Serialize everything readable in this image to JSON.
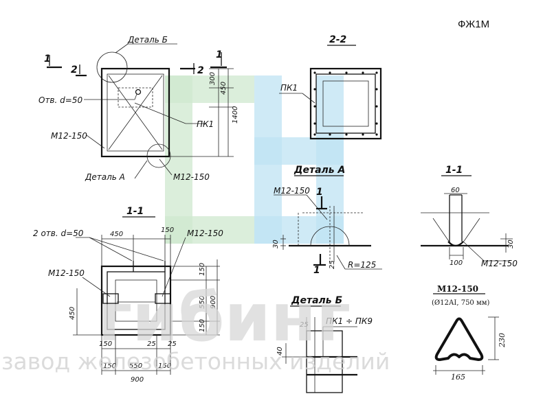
{
  "doc": {
    "code": "ФЖ1М"
  },
  "watermark": {
    "brand": "гибинг",
    "tagline": "завод железобетонных изделий"
  },
  "plan": {
    "detail_b": "Деталь Б",
    "detail_a": "Деталь А",
    "hole": "Отв. d=50",
    "loop": "М12-150",
    "pk": "ПК1",
    "cut1": "1",
    "cut2": "2",
    "dim_300": "300",
    "dim_450": "450",
    "dim_1400": "1400"
  },
  "section22": {
    "title": "2-2",
    "pk": "ПК1"
  },
  "detailA": {
    "title": "Деталь А",
    "loop": "М12-150",
    "cut": "1",
    "d30": "30",
    "d25": "25",
    "radius": "R=125"
  },
  "section11_right": {
    "title": "1-1",
    "d60": "60",
    "d100": "100",
    "d30": "30",
    "loop": "М12-150"
  },
  "section11_left": {
    "title": "1-1",
    "holes": "2 отв. d=50",
    "loop_left": "М12-150",
    "loop_right": "М12-150",
    "d450_top": "450",
    "d150_top": "150",
    "d150_r": "150",
    "d550_r": "550",
    "d900_r": "900",
    "d450_l": "450",
    "d150_r2": "150",
    "d150_b1": "150",
    "d25_a": "25",
    "d25_b": "25",
    "d150_b2": "150",
    "d550_b": "550",
    "d150_b3": "150",
    "d900_b": "900"
  },
  "detailB": {
    "title": "Деталь Б",
    "d25": "25",
    "pk": "ПК1 ÷ ПК9",
    "d40": "40"
  },
  "loop_spec": {
    "title": "М12-150",
    "spec": "(Ø12АI, 750 мм)",
    "height": "230",
    "width": "165"
  }
}
